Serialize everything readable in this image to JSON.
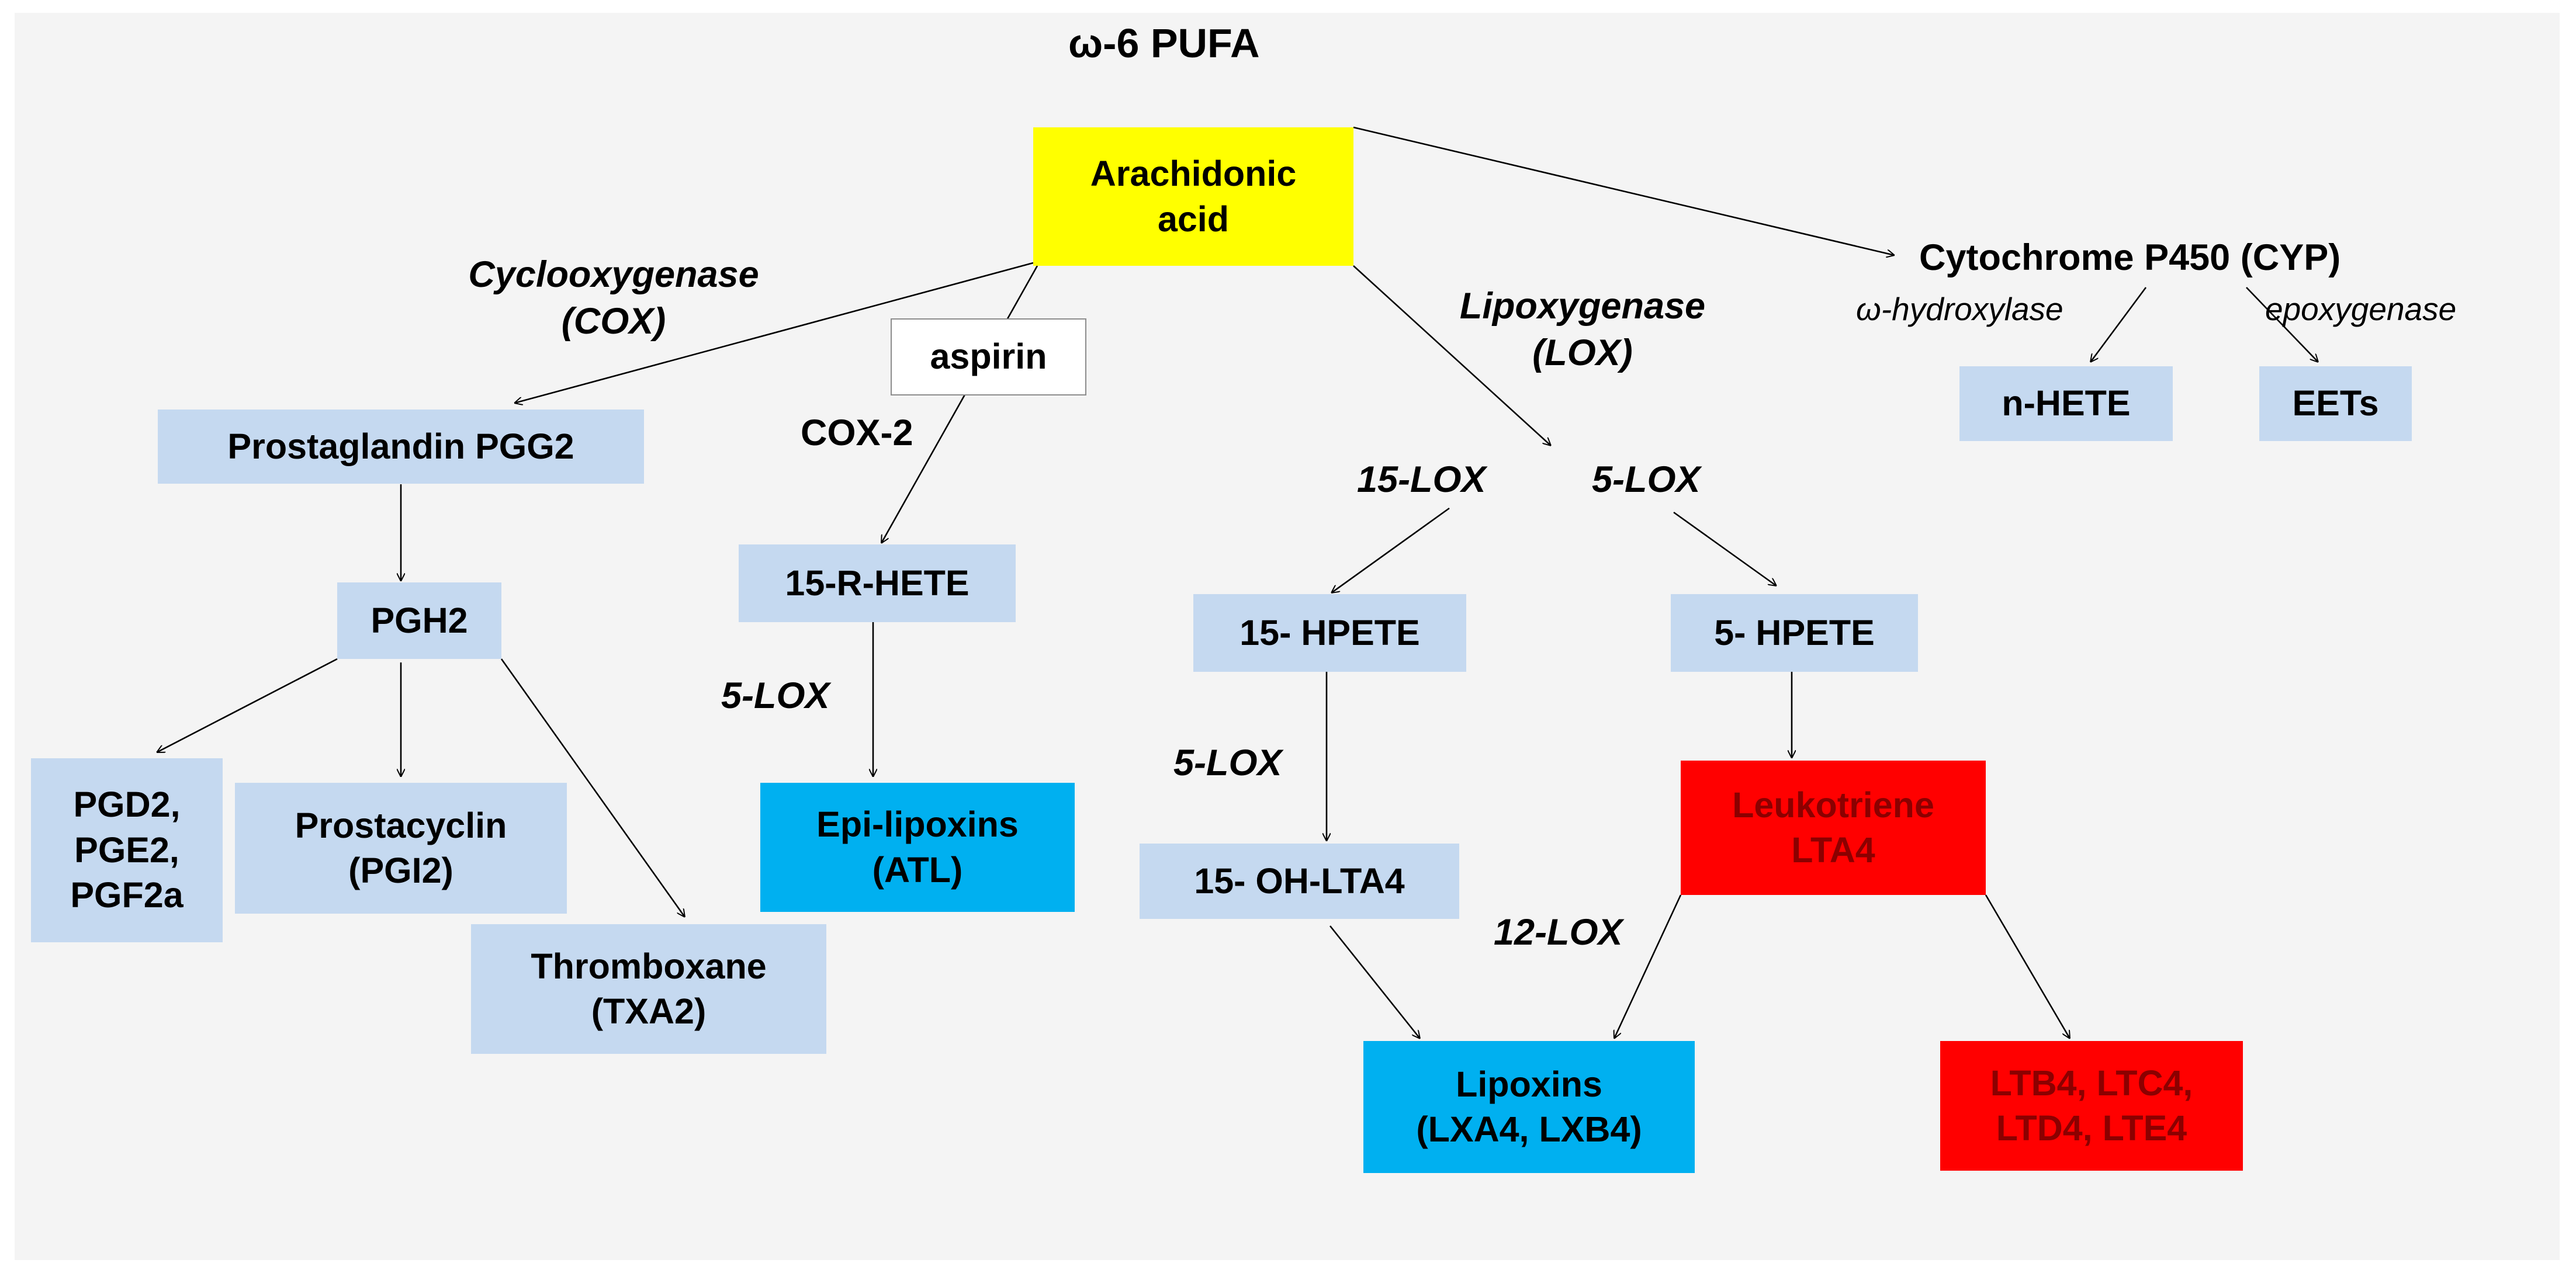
{
  "title": "ω-6 PUFA",
  "colors": {
    "panel": "#f4f4f4",
    "light_blue": "#c5d9f0",
    "cyan": "#00b0f0",
    "red": "#ff0000",
    "yellow": "#ffff00",
    "white": "#ffffff",
    "dark_red_text": "#8b0000",
    "edge": "#000000"
  },
  "nodes": {
    "arachidonic": "Arachidonic\nacid",
    "aspirin": "aspirin",
    "pgg2": "Prostaglandin PGG2",
    "pgh2": "PGH2",
    "pgd2": "PGD2,\nPGE2,\nPGF2a",
    "prostacyclin": "Prostacyclin\n(PGI2)",
    "thromboxane": "Thromboxane\n(TXA2)",
    "hete15r": "15-R-HETE",
    "epi_lipoxins": "Epi-lipoxins\n(ATL)",
    "hpete15": "15- HPETE",
    "hpete5": "5- HPETE",
    "oh_lta4": "15- OH-LTA4",
    "leukotriene": "Leukotriene\nLTA4",
    "lipoxins": "Lipoxins\n(LXA4, LXB4)",
    "ltb4": "LTB4, LTC4,\nLTD4, LTE4",
    "nhete": "n-HETE",
    "eets": "EETs"
  },
  "labels": {
    "cox": "Cyclooxygenase\n(COX)",
    "lox": "Lipoxygenase\n(LOX)",
    "cyp": "Cytochrome P450 (CYP)",
    "omega_hydroxylase": "ω-hydroxylase",
    "epoxygenase": "epoxygenase",
    "cox2": "COX-2",
    "lox5_epi": "5-LOX",
    "lox15": "15-LOX",
    "lox5_top": "5-LOX",
    "lox5_left": "5-LOX",
    "lox12": "12-LOX"
  }
}
